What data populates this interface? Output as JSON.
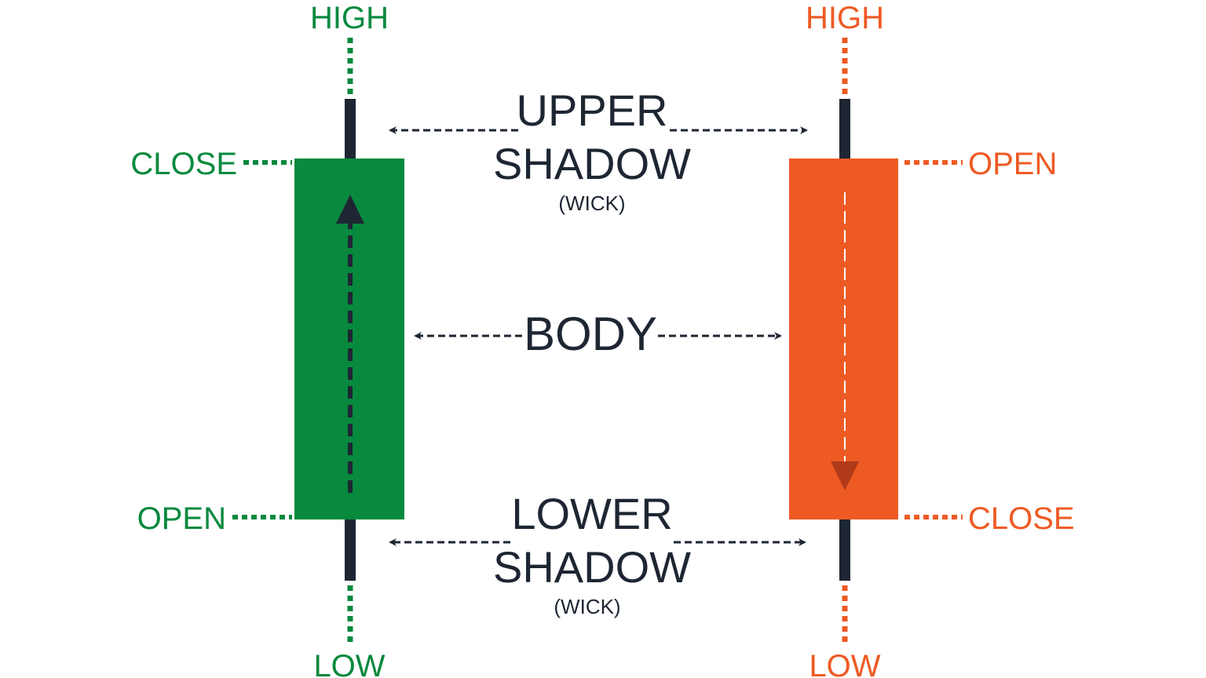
{
  "colors": {
    "bullish": "#07893e",
    "bearish": "#ee5a24",
    "wick": "#1e2633",
    "bearish_arrow": "#b03a1a"
  },
  "bullish_candle": {
    "high": "HIGH",
    "close": "CLOSE",
    "open": "OPEN",
    "low": "LOW",
    "direction": "up"
  },
  "bearish_candle": {
    "high": "HIGH",
    "open": "OPEN",
    "close": "CLOSE",
    "low": "LOW",
    "direction": "down"
  },
  "labels": {
    "upper_1": "UPPER",
    "upper_2": "SHADOW",
    "upper_3": "(WICK)",
    "body": "BODY",
    "lower_1": "LOWER",
    "lower_2": "SHADOW",
    "lower_3": "(WICK)"
  }
}
